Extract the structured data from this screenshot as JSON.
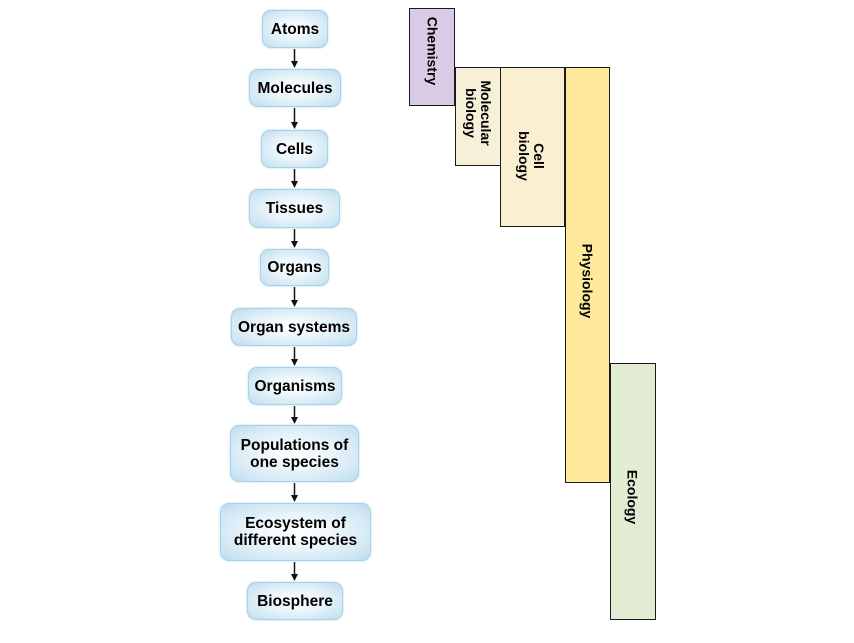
{
  "levels": [
    {
      "id": "atoms",
      "label": "Atoms"
    },
    {
      "id": "molecules",
      "label": "Molecules"
    },
    {
      "id": "cells",
      "label": "Cells"
    },
    {
      "id": "tissues",
      "label": "Tissues"
    },
    {
      "id": "organs",
      "label": "Organs"
    },
    {
      "id": "organ-systems",
      "label": "Organ systems"
    },
    {
      "id": "organisms",
      "label": "Organisms"
    },
    {
      "id": "populations",
      "label": "Populations of\none species"
    },
    {
      "id": "ecosystem",
      "label": "Ecosystem of\ndifferent species"
    },
    {
      "id": "biosphere",
      "label": "Biosphere"
    }
  ],
  "fields": [
    {
      "id": "chemistry",
      "label": "Chemistry",
      "color": "#d9cbe6"
    },
    {
      "id": "molecular-biology",
      "label": "Molecular\nbiology",
      "color": "#f6f0d8"
    },
    {
      "id": "cell-biology",
      "label": "Cell\nbiology",
      "color": "#fbefd2"
    },
    {
      "id": "physiology",
      "label": "Physiology",
      "color": "#fde89b"
    },
    {
      "id": "ecology",
      "label": "Ecology",
      "color": "#e2ecd3"
    }
  ],
  "colors": {
    "level_fill": "#cfe6f3",
    "level_border": "#a9d1e8",
    "arrow": "#111111",
    "field_border": "#1a1a1a"
  }
}
